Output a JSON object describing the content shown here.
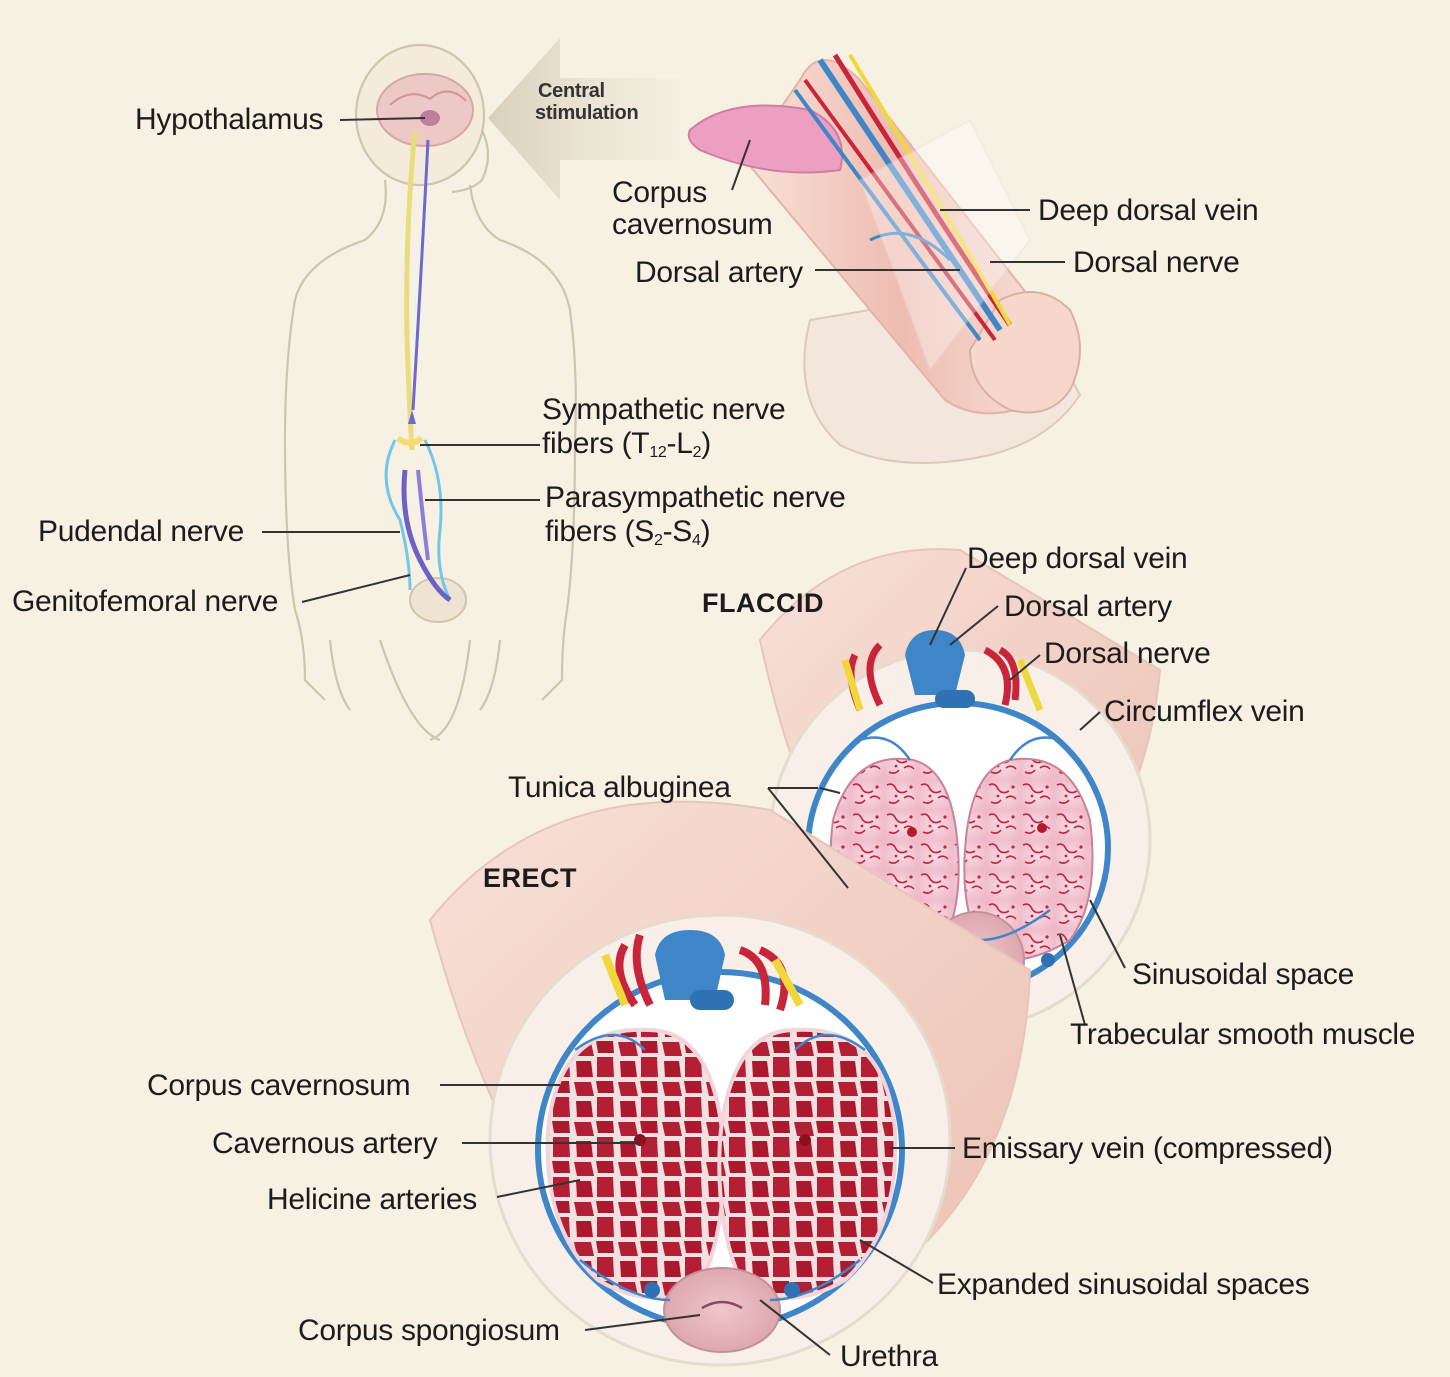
{
  "labels": {
    "hypothalamus": "Hypothalamus",
    "central_stimulation_1": "Central",
    "central_stimulation_2": "stimulation",
    "corpus_cavernosum_top_1": "Corpus",
    "corpus_cavernosum_top_2": "cavernosum",
    "deep_dorsal_vein_top": "Deep dorsal vein",
    "dorsal_nerve_top": "Dorsal nerve",
    "dorsal_artery_top": "Dorsal artery",
    "sympathetic_1": "Sympathetic nerve",
    "sympathetic_2a": "fibers (T",
    "sympathetic_2_sub1": "12",
    "sympathetic_2b": "-L",
    "sympathetic_2_sub2": "2",
    "sympathetic_2c": ")",
    "parasympathetic_1": "Parasympathetic nerve",
    "parasympathetic_2a": "fibers (S",
    "parasympathetic_2_sub1": "2",
    "parasympathetic_2b": "-S",
    "parasympathetic_2_sub2": "4",
    "parasympathetic_2c": ")",
    "pudendal_nerve": "Pudendal nerve",
    "genitofemoral_nerve": "Genitofemoral nerve",
    "flaccid": "FLACCID",
    "deep_dorsal_vein_flaccid": "Deep dorsal vein",
    "dorsal_artery_flaccid": "Dorsal artery",
    "dorsal_nerve_flaccid": "Dorsal nerve",
    "circumflex_vein": "Circumflex vein",
    "tunica_albuginea": "Tunica albuginea",
    "erect": "ERECT",
    "sinusoidal_space": "Sinusoidal space",
    "trabecular_smooth_muscle": "Trabecular smooth muscle",
    "corpus_cavernosum_erect": "Corpus cavernosum",
    "cavernous_artery": "Cavernous artery",
    "helicine_arteries": "Helicine arteries",
    "emissary_vein": "Emissary vein (compressed)",
    "expanded_sinusoidal_spaces": "Expanded sinusoidal spaces",
    "corpus_spongiosum": "Corpus spongiosum",
    "urethra": "Urethra"
  },
  "colors": {
    "background": "#f6f1e3",
    "skin": "#f1cfc4",
    "artery": "#c8253a",
    "vein": "#3f86c9",
    "nerve": "#f0d83a",
    "erectile_tissue": "#b51f35",
    "flaccid_tissue": "#f3c9d6",
    "leader_line": "#333333"
  }
}
